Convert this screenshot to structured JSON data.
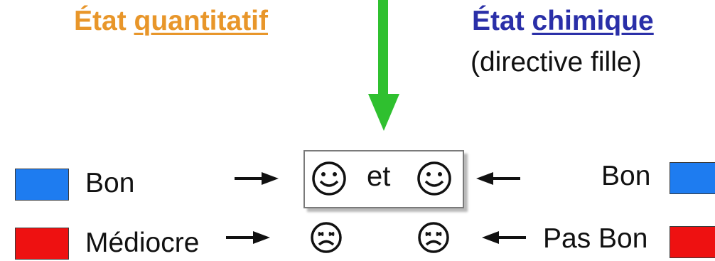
{
  "titles": {
    "left_prefix": "État",
    "left_emph": "quantitatif",
    "right_prefix": "État",
    "right_emph": "chimique",
    "right_sub": "(directive fille)"
  },
  "rows": [
    {
      "left_label": "Bon",
      "right_label": "Bon",
      "color": "#1e7cf0",
      "face": "smiley",
      "joiner": "et"
    },
    {
      "left_label": "Médiocre",
      "right_label": "Pas Bon",
      "color": "#ee1111",
      "face": "frown"
    }
  ],
  "colors": {
    "quantitatif_title": "#e8962a",
    "chimique_title": "#2a2fa8",
    "down_arrow": "#2fc02f",
    "good": "#1e7cf0",
    "bad": "#ee1111"
  },
  "icons": [
    "green-down-arrow",
    "right-arrow",
    "left-arrow",
    "smiley-face",
    "frowning-face"
  ]
}
